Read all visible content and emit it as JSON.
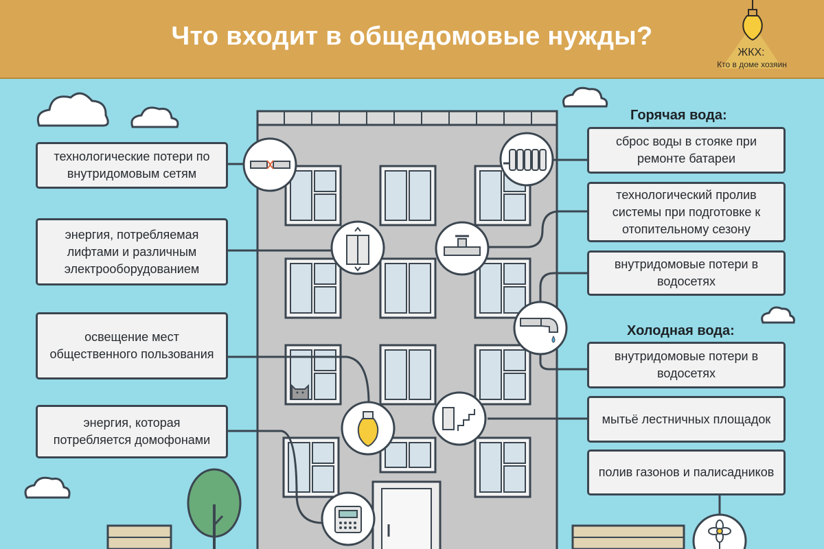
{
  "header": {
    "title": "Что входит в общедомовые нужды?",
    "logo_title": "ЖКХ:",
    "logo_subtitle": "Кто в доме хозяин"
  },
  "left_items": [
    {
      "text": "технологические потери по внутридомовым сетям",
      "icon": "pipe-joint-icon"
    },
    {
      "text": "энергия, потребляемая лифтами и различным электрооборудованием",
      "icon": "elevator-icon"
    },
    {
      "text": "освещение мест общественного пользования",
      "icon": "light-bulb-icon"
    },
    {
      "text": "энергия, которая потребляется домофонами",
      "icon": "intercom-icon"
    }
  ],
  "hot_water": {
    "heading": "Горячая вода:",
    "items": [
      {
        "text": "сброс воды в стояке при ремонте батареи",
        "icon": "radiator-icon"
      },
      {
        "text": "технологический пролив системы при подготовке к отопительному сезону",
        "icon": "valve-pipe-icon"
      },
      {
        "text": "внутридомовые потери в водосетях",
        "icon": "faucet-icon"
      }
    ]
  },
  "cold_water": {
    "heading": "Холодная вода:",
    "items": [
      {
        "text": "внутридомовые потери в водосетях",
        "icon": "faucet-icon"
      },
      {
        "text": "мытьё лестничных площадок",
        "icon": "stairs-icon"
      },
      {
        "text": "полив газонов и палисадников",
        "icon": "flower-icon"
      }
    ]
  },
  "colors": {
    "sky": "#96dbe8",
    "header": "#d9a653",
    "building": "#c7c7c7",
    "outline": "#3b4650",
    "window_glass": "#d6e2ea",
    "tree": "#6aab7a",
    "bulb": "#f6cc3c"
  }
}
